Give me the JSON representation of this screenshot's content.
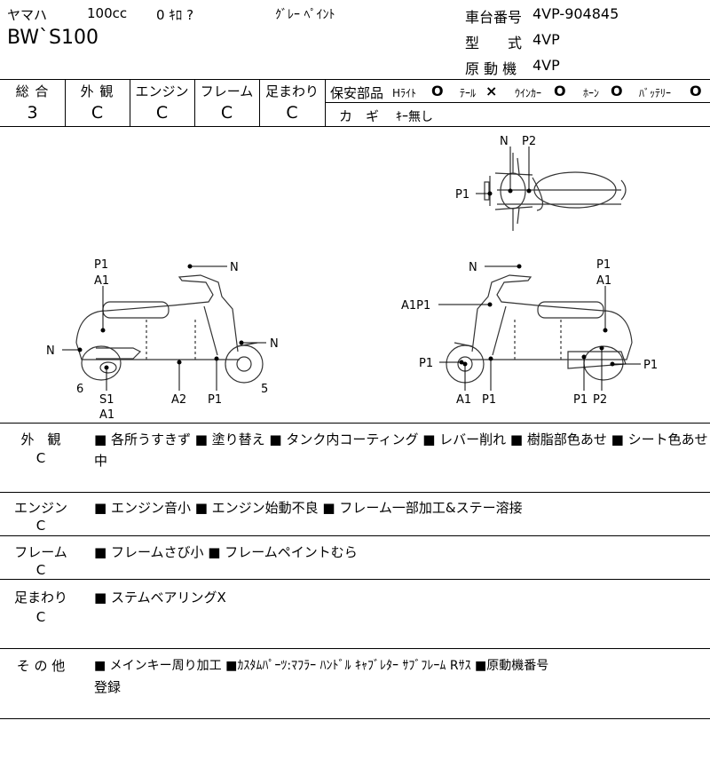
{
  "header": {
    "maker": "ヤマハ",
    "displacement": "100cc",
    "mileage": "0 ｷﾛ ?",
    "color": "ｸﾞﾚｰ ﾍﾟｲﾝﾄ",
    "model_name": "BW`S100",
    "frame_no_label": "車台番号",
    "frame_no": "4VP-904845",
    "type_label": "型　　式",
    "type": "4VP",
    "engine_label": "原 動 機",
    "engine": "4VP"
  },
  "grades": {
    "overall_label": "総 合",
    "overall": "3",
    "exterior_label": "外 観",
    "exterior": "C",
    "engine_label": "エンジン",
    "engine": "C",
    "frame_label": "フレーム",
    "frame": "C",
    "suspension_label": "足まわり",
    "suspension": "C"
  },
  "safety": {
    "label": "保安部品",
    "items": [
      {
        "name": "Hﾗｲﾄ",
        "mark": "O"
      },
      {
        "name": "ﾃｰﾙ",
        "mark": "×"
      },
      {
        "name": "ｳｲﾝｶｰ",
        "mark": "O"
      },
      {
        "name": "ﾎｰﾝ",
        "mark": "O"
      },
      {
        "name": "ﾊﾞｯﾃﾘｰ",
        "mark": "O"
      }
    ],
    "key_label": "カ　ギ",
    "key_value": "ｷｰ無し"
  },
  "diagram_labels": {
    "top_n": "N",
    "top_p2": "P2",
    "top_p1": "P1",
    "l_p1": "P1",
    "l_a1": "A1",
    "l_n_top": "N",
    "l_n_left": "N",
    "l_n_right": "N",
    "l_6": "6",
    "l_s1": "S1",
    "l_a1b": "A1",
    "l_a2": "A2",
    "l_p1b": "P1",
    "l_5": "5",
    "r_n": "N",
    "r_p1": "P1",
    "r_a1": "A1",
    "r_a1p1": "A1P1",
    "r_p1_left": "P1",
    "r_p1_right": "P1",
    "r_a1b": "A1",
    "r_p1b": "P1",
    "r_p1c": "P1",
    "r_p2": "P2"
  },
  "notes": [
    {
      "label": "外　観",
      "grade": "C",
      "text1": "■ 各所うすきず ■ 塗り替え ■ タンク内コーティング ■ レバー削れ ■ 樹脂部色あせ ■ シート色あせ",
      "text2": "中"
    },
    {
      "label": "エンジン",
      "grade": "C",
      "text1": "■ エンジン音小 ■ エンジン始動不良 ■ フレーム一部加工&ステー溶接",
      "text2": ""
    },
    {
      "label": "フレーム",
      "grade": "C",
      "text1": "■ フレームさび小 ■ フレームペイントむら",
      "text2": ""
    },
    {
      "label": "足まわり",
      "grade": "C",
      "text1": "■ ステムベアリングX",
      "text2": ""
    },
    {
      "label": "そ の 他",
      "grade": "",
      "text1": "■ メインキー周り加工 ■ｶｽﾀﾑﾊﾟｰﾂ:ﾏﾌﾗｰ ﾊﾝﾄﾞﾙ ｷｬﾌﾞﾚﾀｰ ｻﾌﾞﾌﾚｰﾑ Rｻｽ ■原動機番号",
      "text2": "登録"
    }
  ]
}
